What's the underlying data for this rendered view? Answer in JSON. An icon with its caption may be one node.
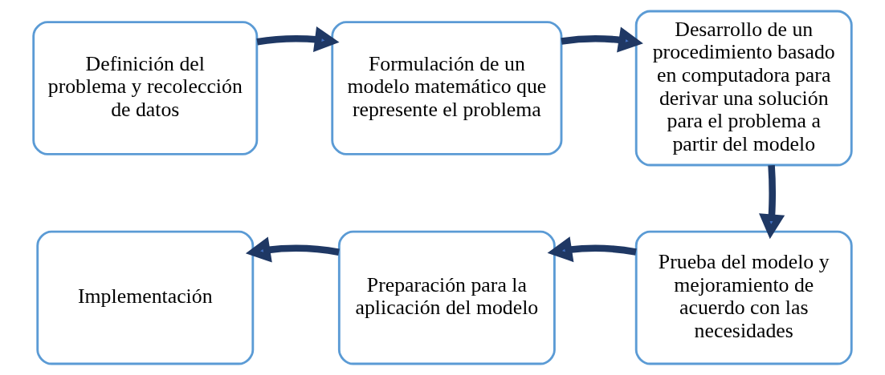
{
  "diagram": {
    "nodes": [
      {
        "text": [
          "Definición del problema y recolección de datos"
        ]
      },
      {
        "text": [
          "Formulación de un modelo matemático que represente el problema"
        ]
      },
      {
        "text": [
          "Desarrollo de un procedimiento basado en computadora para derivar una solución para el problema a partir del modelo"
        ]
      },
      {
        "text": [
          "Prueba del modelo y mejoramiento de acuerdo con las necesidades"
        ]
      },
      {
        "text": [
          "Preparación para la aplicación del modelo"
        ]
      },
      {
        "text": [
          "Implementación"
        ]
      }
    ],
    "edges": [
      {
        "from": 0,
        "to": 1,
        "arrow": "to"
      },
      {
        "from": 1,
        "to": 2,
        "arrow": "to"
      },
      {
        "from": 2,
        "to": 3,
        "arrow": "to"
      },
      {
        "from": 3,
        "to": 4,
        "arrow": "to"
      },
      {
        "from": 4,
        "to": 5,
        "arrow": "to"
      }
    ]
  }
}
